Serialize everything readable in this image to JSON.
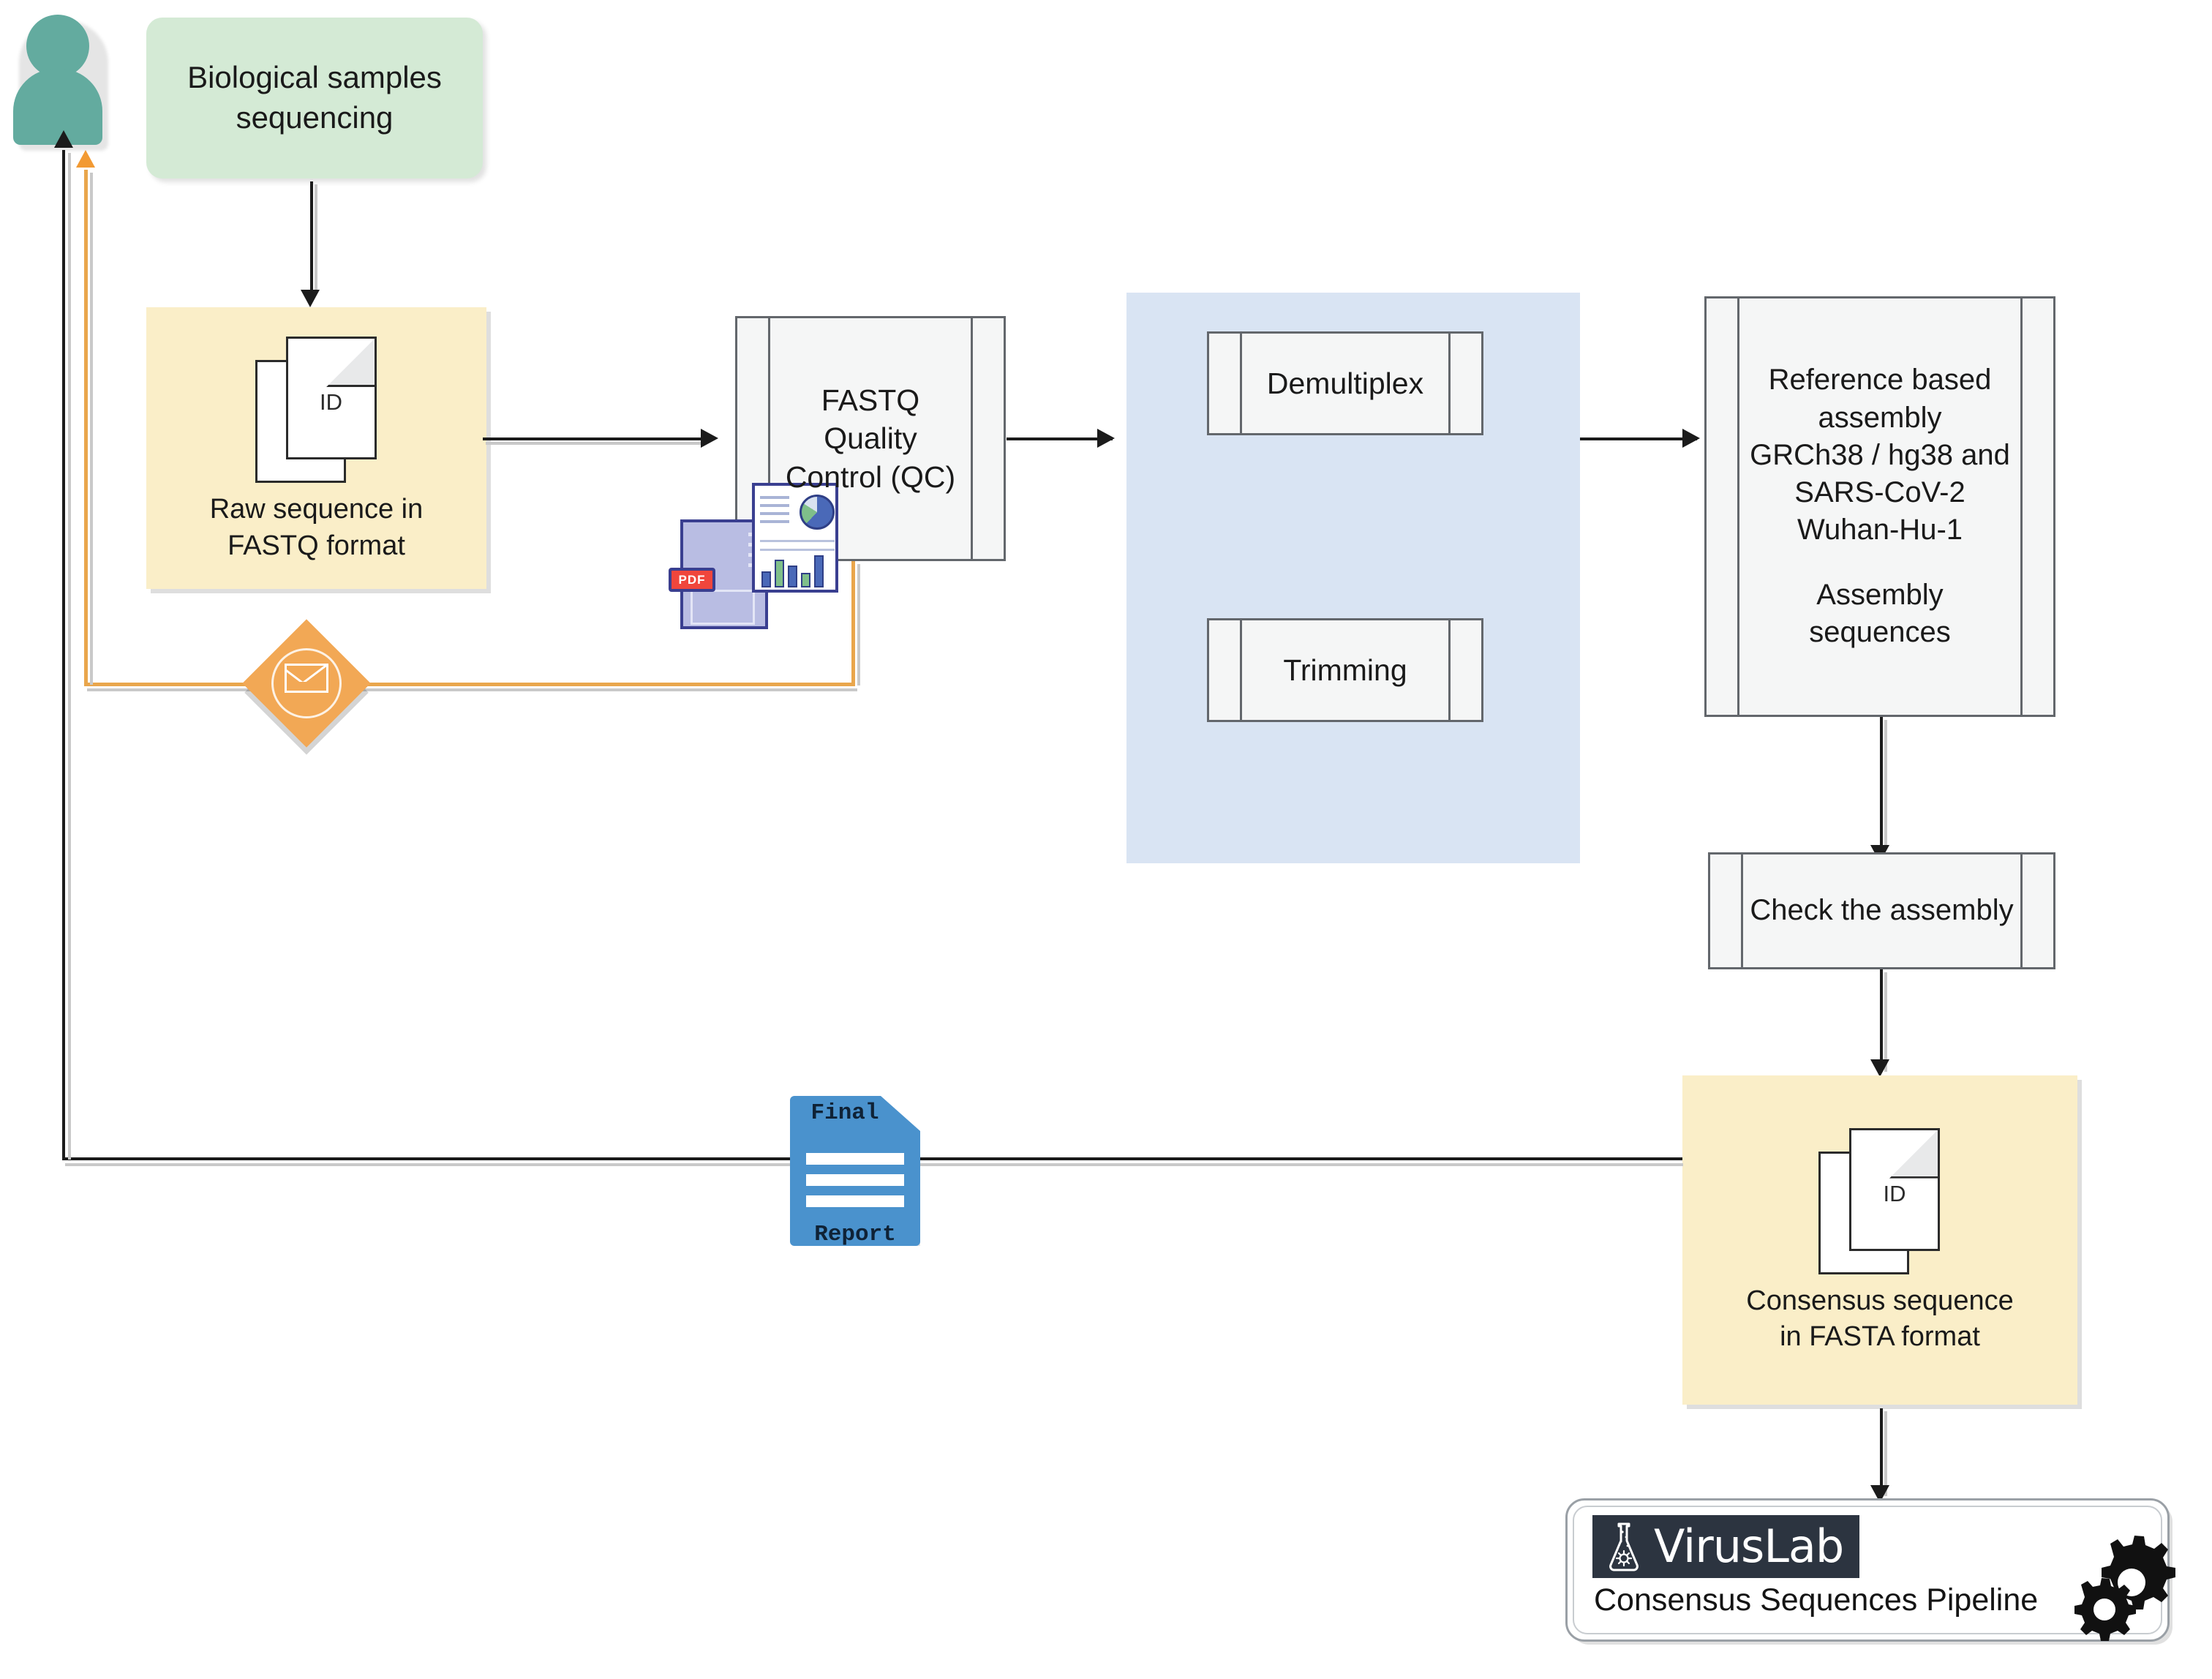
{
  "diagram": {
    "title": "VirusLab Consensus Sequences Pipeline",
    "colors": {
      "green_box": "#d4ead5",
      "yellow_data_box": "#faeec8",
      "blue_group": "#d9e4f3",
      "process_fill": "#f5f6f6",
      "process_border": "#63676c",
      "actor_teal": "#63ab9f",
      "diamond_orange": "#f2a855",
      "orange_flow": "#e9a64c",
      "report_blue": "#4a92cd",
      "logo_dark": "#2c3440",
      "pdf_red": "#f0463c",
      "pdf_purple": "#3a3f90"
    }
  },
  "actor": {
    "name": "user-actor",
    "icon": "person-icon"
  },
  "nodes": {
    "biological_samples": {
      "label": "Biological samples\nsequencing"
    },
    "raw_sequence": {
      "caption": "Raw sequence in\nFASTQ format",
      "doc_id_label": "ID",
      "icon": "document-stack-icon"
    },
    "fastq_qc": {
      "label": "FASTQ Quality\nControl (QC)"
    },
    "pdf_report": {
      "badge": "PDF",
      "icon": "pdf-document-icon"
    },
    "chart_report": {
      "icon": "chart-report-icon"
    },
    "email_gate": {
      "icon": "envelope-icon"
    },
    "demultiplex": {
      "label": "Demultiplex"
    },
    "trimming": {
      "label": "Trimming"
    },
    "reference_assembly": {
      "label": "Reference based\nassembly\nGRCh38 / hg38 and\nSARS-CoV-2\nWuhan-Hu-1",
      "label2": "Assembly\nsequences"
    },
    "check_assembly": {
      "label": "Check the assembly"
    },
    "consensus_sequence": {
      "caption": "Consensus sequence\nin FASTA format",
      "doc_id_label": "ID",
      "icon": "document-stack-icon"
    },
    "final_report": {
      "top_label": "Final",
      "bottom_label": "Report",
      "icon": "final-report-document-icon"
    },
    "pipeline_footer": {
      "logo_text": "VirusLab",
      "subtitle": "Consensus Sequences Pipeline",
      "flask_icon": "flask-virus-icon",
      "gears_icon": "gears-icon"
    }
  }
}
